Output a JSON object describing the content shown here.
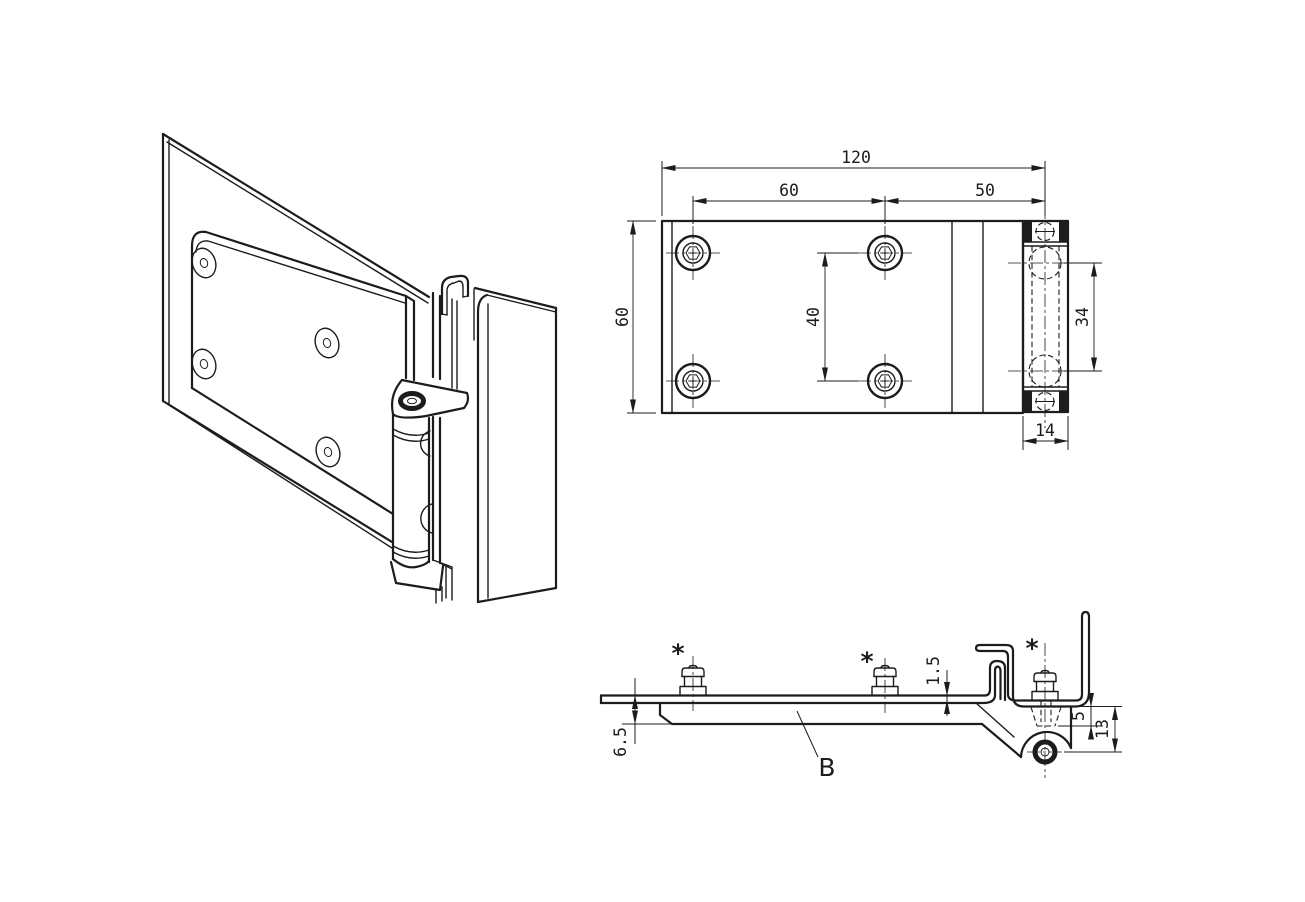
{
  "document": {
    "background_color": "#ffffff",
    "line_color": "#1c1c1c"
  },
  "top_view": {
    "dims": {
      "overall_length": "120",
      "hole_spacing_horizontal": "60",
      "pin_offset": "50",
      "plate_width": "60",
      "hole_spacing_vertical": "40",
      "knuckle_hole_spacing": "34",
      "knuckle_width": "14"
    }
  },
  "side_view": {
    "dims": {
      "sheet_thickness": "1.5",
      "flange_offset": "6.5",
      "recess_depth": "5",
      "pin_axis_offset": "13"
    },
    "labels": {
      "detail": "B",
      "fastener_mark": "*"
    }
  }
}
